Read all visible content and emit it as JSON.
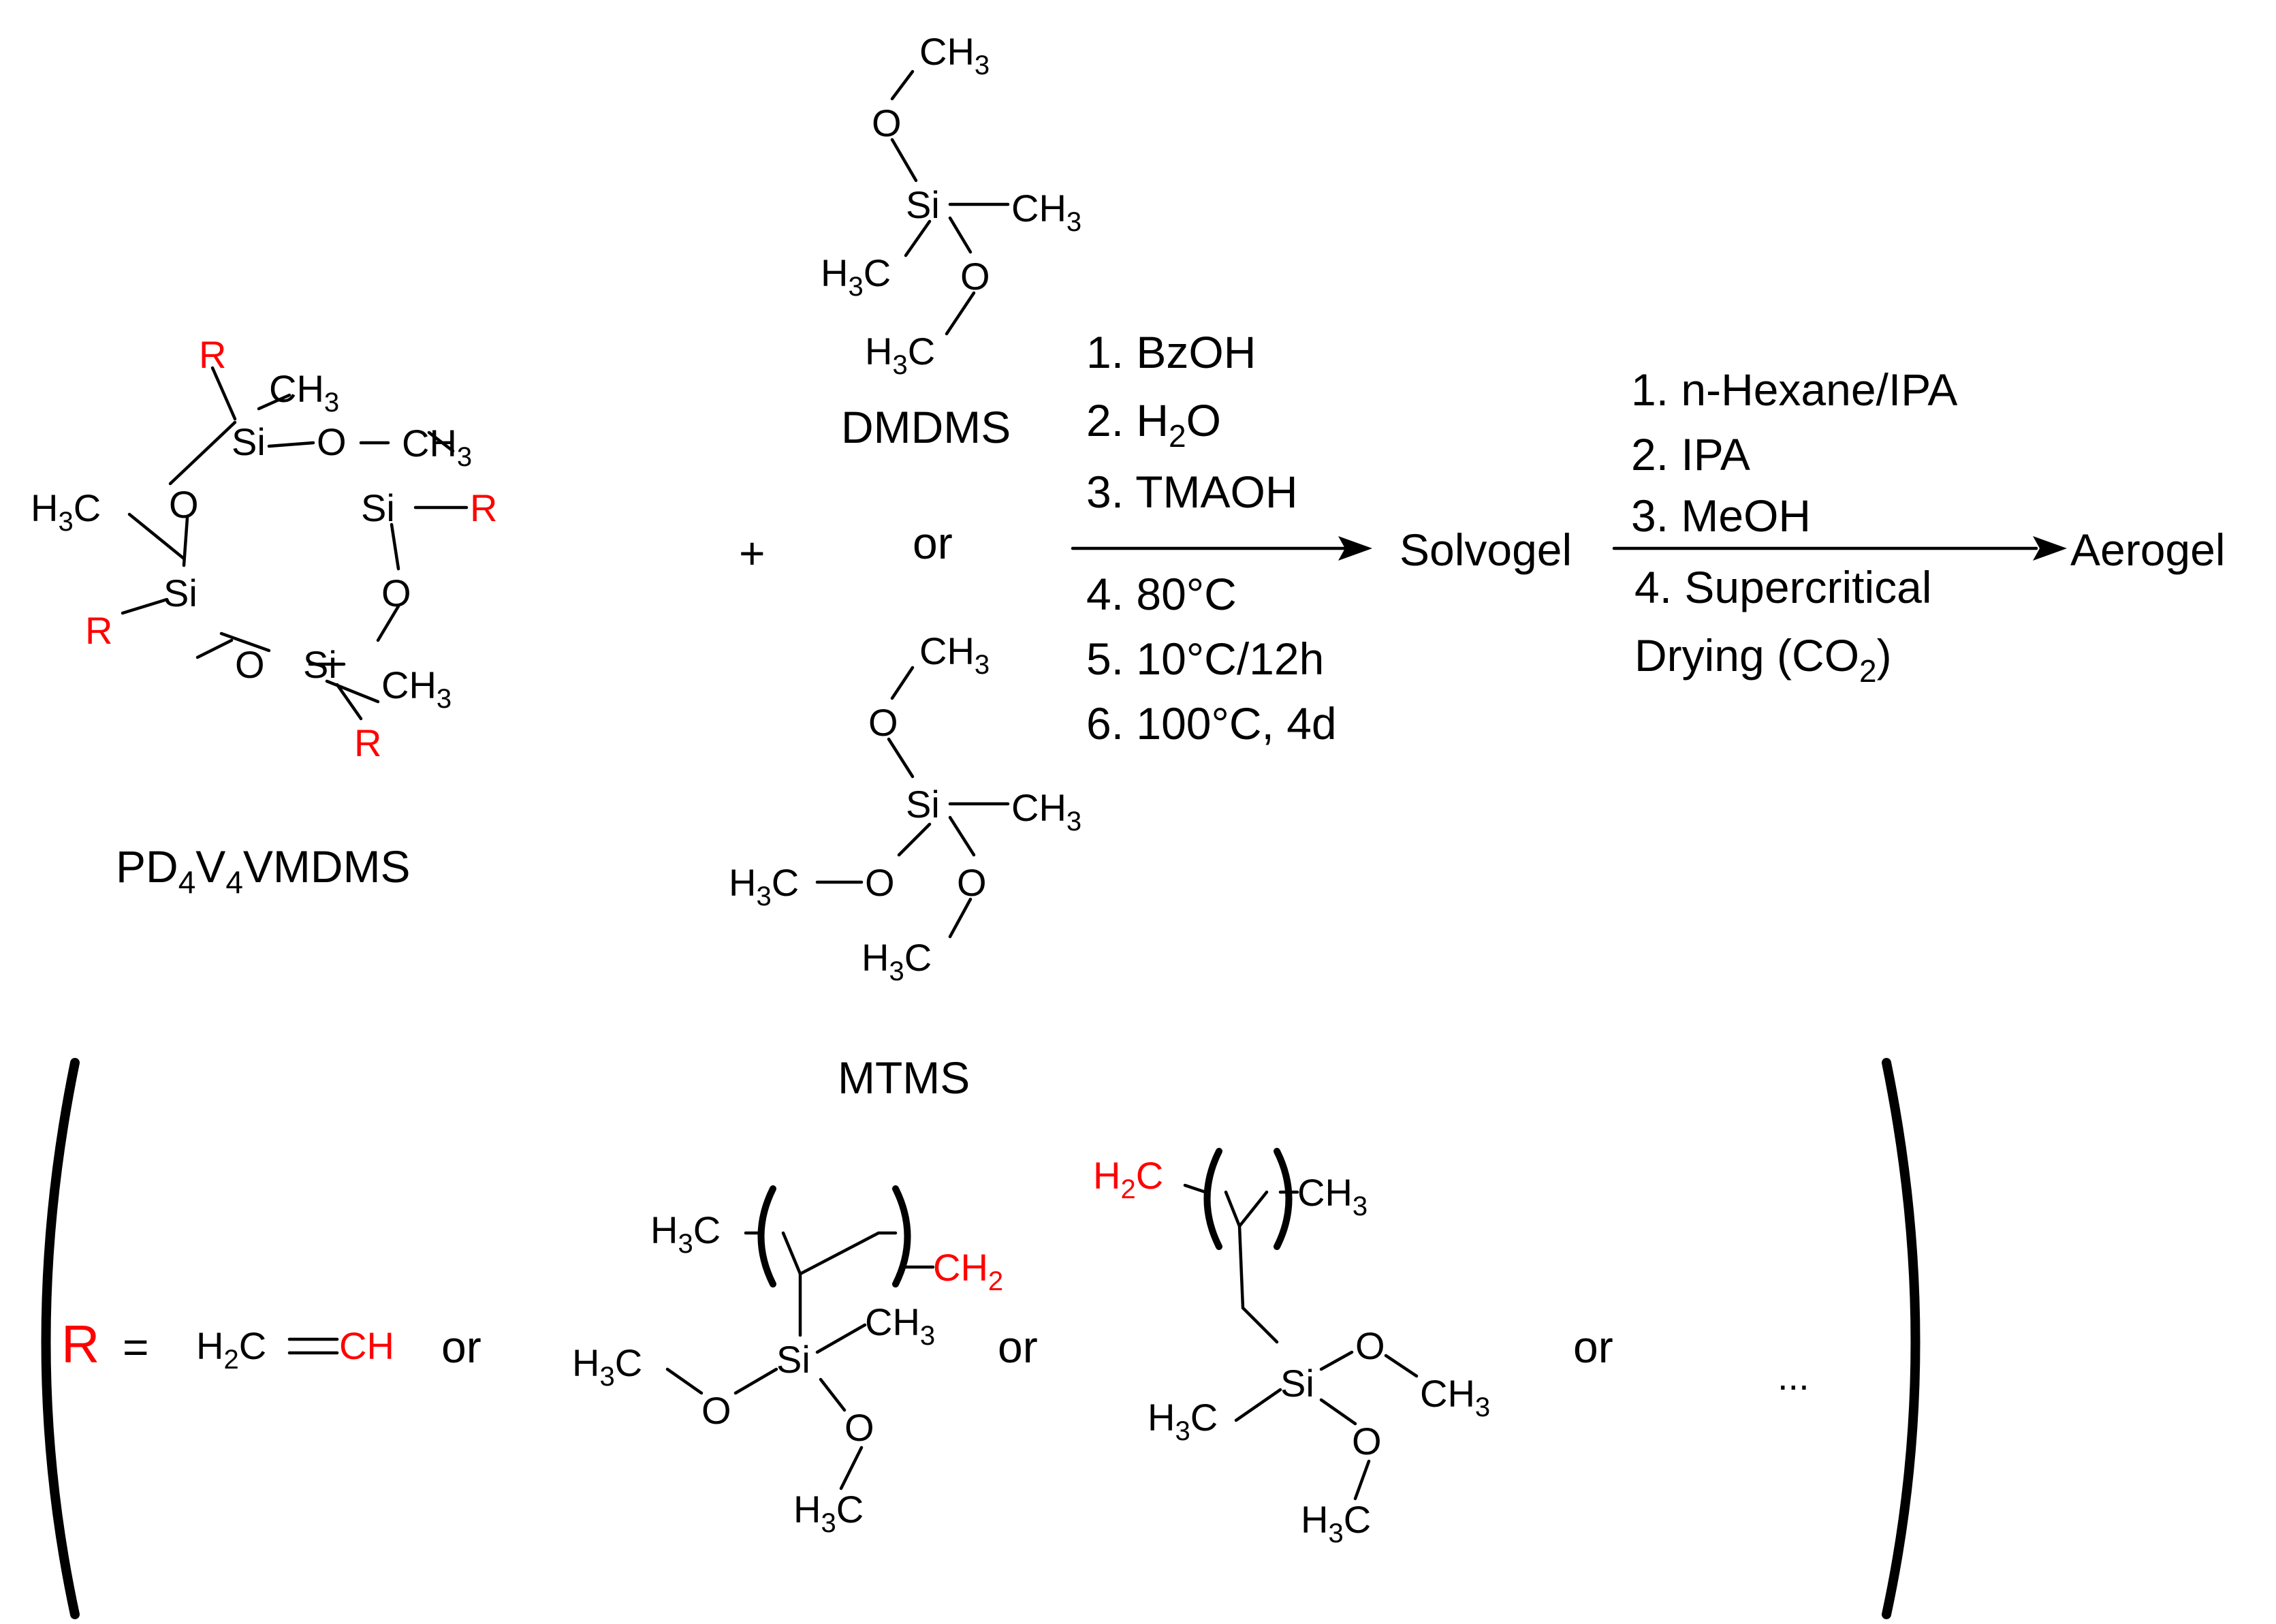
{
  "colors": {
    "r_group": "#ff0000",
    "text": "#000000",
    "background": "#ffffff"
  },
  "reactants": {
    "ring": {
      "label_main": "PD",
      "sub1": "4",
      "label_mid": "V",
      "sub2": "4",
      "label_end": "VMDMS",
      "atoms": {
        "si": "Si",
        "o": "O",
        "r": "R",
        "ch3": "CH",
        "h3c": "H",
        "c": "C",
        "three": "3"
      }
    },
    "plus": "+",
    "dmdms_label": "DMDMS",
    "or": "or",
    "mtms_label": "MTMS"
  },
  "step1": {
    "above": [
      "1. BzOH",
      "2. H",
      "3. TMAOH"
    ],
    "h2o_sub": "2",
    "h2o_end": "O",
    "below": [
      "4. 80°C",
      "5. 10°C/12h",
      "6. 100°C, 4d"
    ]
  },
  "solvogel": "Solvogel",
  "step2": {
    "above": [
      "1. n-Hexane/IPA",
      "2. IPA",
      "3. MeOH"
    ],
    "below_1": "4. Supercritical",
    "below_2_start": "Drying (CO",
    "below_2_sub": "2",
    "below_2_end": ")"
  },
  "aerogel": "Aerogel",
  "r_definition": {
    "r": "R",
    "equals": "=",
    "vinyl_h2c": "H",
    "vinyl_sub": "2",
    "vinyl_c": "C",
    "vinyl_ch": "CH",
    "or": "or",
    "ch2": "CH",
    "ellipsis": "..."
  }
}
